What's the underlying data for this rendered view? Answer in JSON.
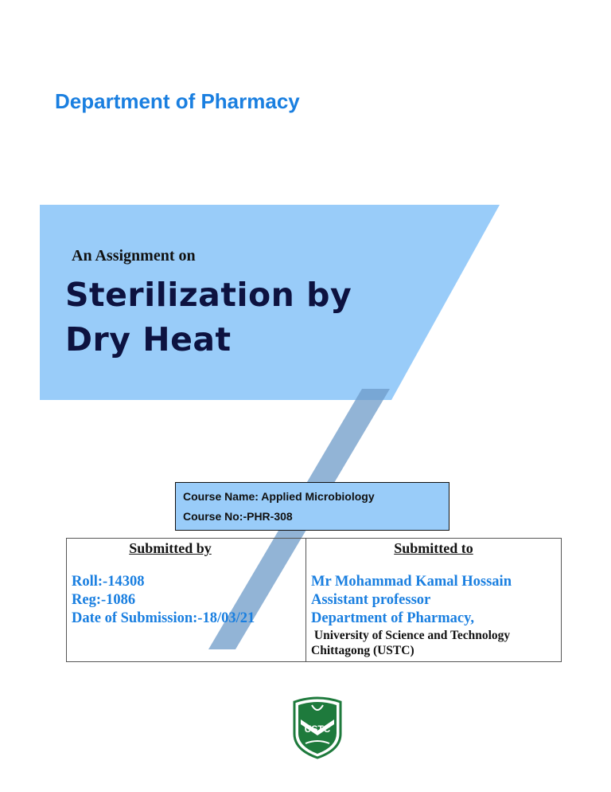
{
  "header": {
    "department": "Department of Pharmacy"
  },
  "cover": {
    "intro": "An Assignment on",
    "title_line1": "Sterilization by",
    "title_line2": "Dry Heat"
  },
  "course": {
    "name": "Course Name: Applied Microbiology",
    "number": "Course No:-PHR-308"
  },
  "submitted_by": {
    "heading": "Submitted by",
    "roll": "Roll:-14308",
    "reg": "Reg:-1086",
    "date": "Date of Submission:-18/03/21"
  },
  "submitted_to": {
    "heading": "Submitted to",
    "name": "Mr Mohammad Kamal Hossain",
    "designation": "Assistant professor",
    "department": "Department of Pharmacy,",
    "university_line1": " University of Science and Technology",
    "university_line2": "Chittagong (USTC)"
  },
  "logo": {
    "text": "USTC"
  },
  "colors": {
    "accent_blue": "#1a7fe0",
    "light_blue": "#99ccf9",
    "stripe": "#7ea7cf",
    "title_navy": "#0d1240",
    "logo_green": "#1e7a3c"
  }
}
